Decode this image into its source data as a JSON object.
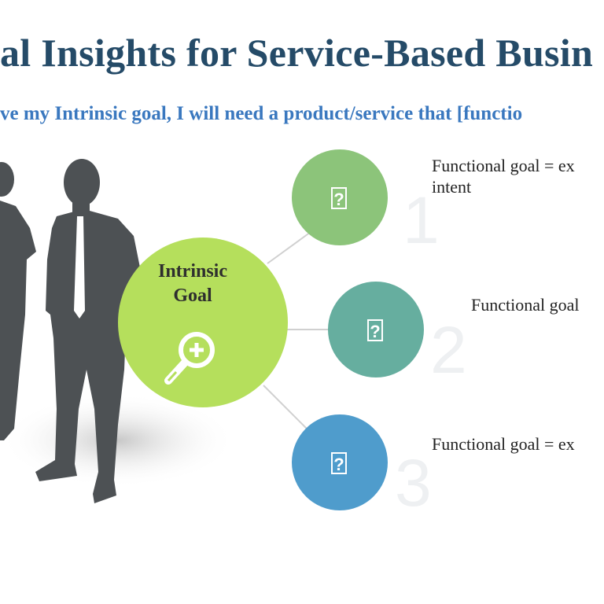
{
  "slide": {
    "title": "al Insights for Service-Based Busin",
    "subtitle": "ve my Intrinsic goal, I will need a product/service that [functio"
  },
  "center": {
    "label_line1": "Intrinsic",
    "label_line2": "Goal",
    "icon": "magnifier-plus-icon",
    "color": "#b5df5c"
  },
  "goals": [
    {
      "number": "1",
      "text_line1": "Functional goal = ex",
      "text_line2": "intent",
      "color": "#8cc47a",
      "icon": "missing-image-icon",
      "icon_glyph": "?"
    },
    {
      "number": "2",
      "text_line1": "Functional goal",
      "color": "#66ae9f",
      "icon": "missing-image-icon",
      "icon_glyph": "?"
    },
    {
      "number": "3",
      "text_line1": "Functional goal = ex",
      "color": "#4f9ccc",
      "icon": "missing-image-icon",
      "icon_glyph": "?"
    }
  ],
  "colors": {
    "title": "#254b68",
    "subtitle": "#3a78bf",
    "silhouette": "#4d5154"
  }
}
